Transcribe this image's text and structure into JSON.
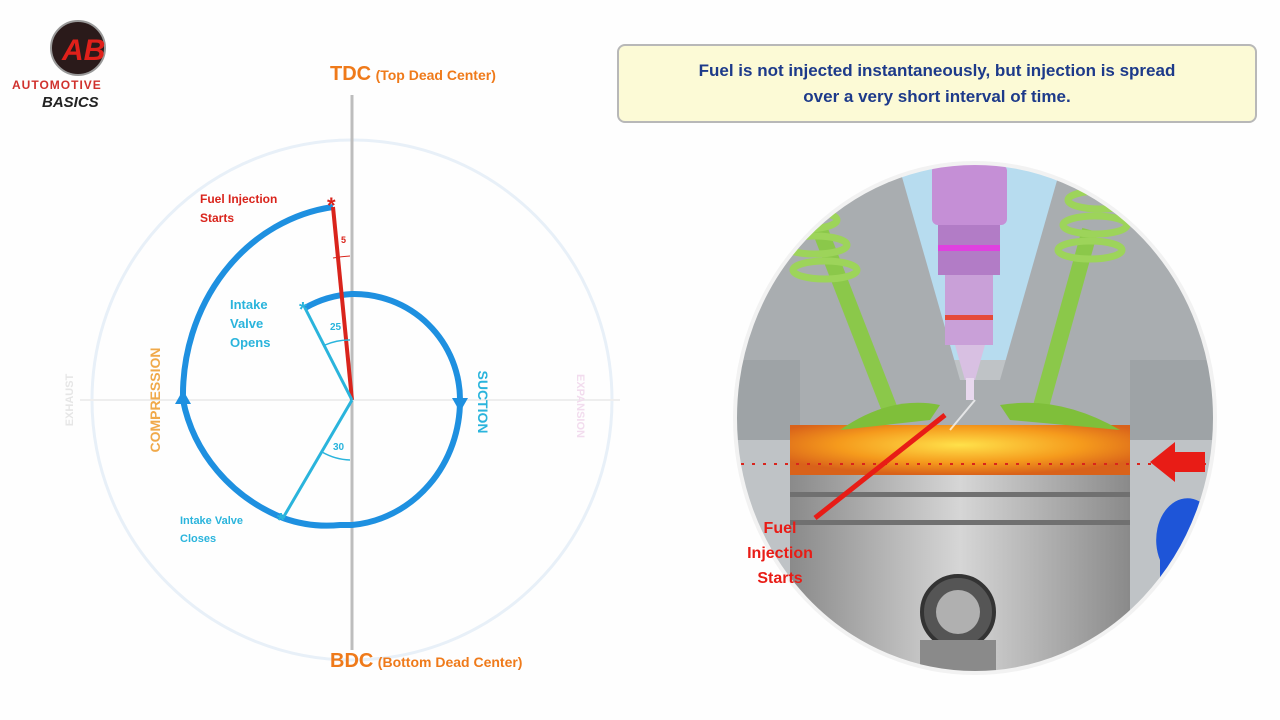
{
  "logo": {
    "line1": "AUTOMOTIVE",
    "line2": "BASICS",
    "monogram": "AB"
  },
  "note": {
    "line1": "Fuel is not injected instantaneously, but injection is spread",
    "line2": "over a very short interval of time."
  },
  "timing_diagram": {
    "tdc": "TDC",
    "tdc_full": "(Top Dead Center)",
    "bdc": "BDC",
    "bdc_full": "(Bottom Dead Center)",
    "fuel_injection_starts": [
      "Fuel Injection",
      "Starts"
    ],
    "intake_valve_opens": [
      "Intake",
      "Valve",
      "Opens"
    ],
    "intake_valve_closes": [
      "Intake Valve",
      "Closes"
    ],
    "angle_fuel": "5",
    "angle_ivo": "25",
    "angle_ivc": "30",
    "compression": "COMPRESSION",
    "suction": "SUCTION",
    "exhaust": "EXHAUST",
    "expansion": "EXPANSION",
    "colors": {
      "stroke": "#1e90e0",
      "fuel": "#d9241c",
      "valve": "#2ab4dc",
      "label": "#ef7a1a"
    }
  },
  "engine": {
    "label": [
      "Fuel",
      "Injection",
      "Starts"
    ]
  }
}
